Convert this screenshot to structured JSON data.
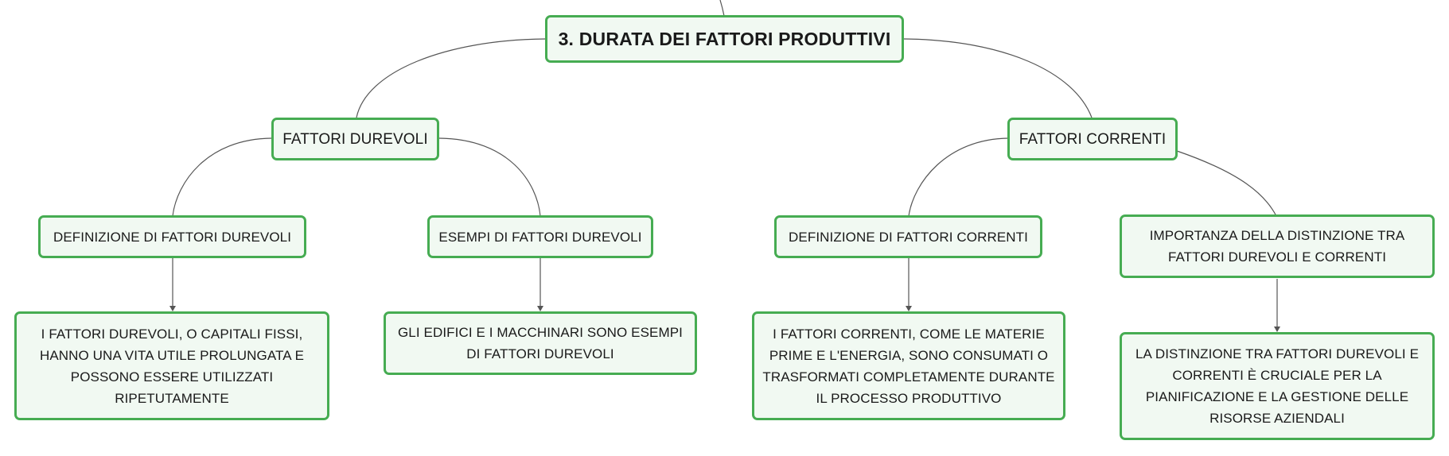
{
  "colors": {
    "border": "#46ac52",
    "fill": "#f1f9f2",
    "connector": "#555555"
  },
  "root": {
    "label": "3. DURATA DEI FATTORI PRODUTTIVI"
  },
  "durevoli": {
    "label": "FATTORI DUREVOLI",
    "definizione": {
      "label": "DEFINIZIONE DI FATTORI DUREVOLI",
      "detail": "I FATTORI DUREVOLI, O CAPITALI FISSI, HANNO UNA VITA UTILE PROLUNGATA E POSSONO ESSERE UTILIZZATI RIPETUTAMENTE"
    },
    "esempi": {
      "label": "ESEMPI DI FATTORI DUREVOLI",
      "detail": "GLI EDIFICI E I MACCHINARI SONO ESEMPI DI FATTORI DUREVOLI"
    }
  },
  "correnti": {
    "label": "FATTORI CORRENTI",
    "definizione": {
      "label": "DEFINIZIONE DI FATTORI CORRENTI",
      "detail": "I FATTORI CORRENTI, COME LE MATERIE PRIME E L'ENERGIA, SONO CONSUMATI O TRASFORMATI COMPLETAMENTE DURANTE IL PROCESSO PRODUTTIVO"
    },
    "importanza": {
      "label": "IMPORTANZA DELLA DISTINZIONE TRA FATTORI DUREVOLI E CORRENTI",
      "detail": "LA DISTINZIONE TRA FATTORI DUREVOLI E CORRENTI È CRUCIALE PER LA PIANIFICAZIONE E LA GESTIONE DELLE RISORSE AZIENDALI"
    }
  }
}
